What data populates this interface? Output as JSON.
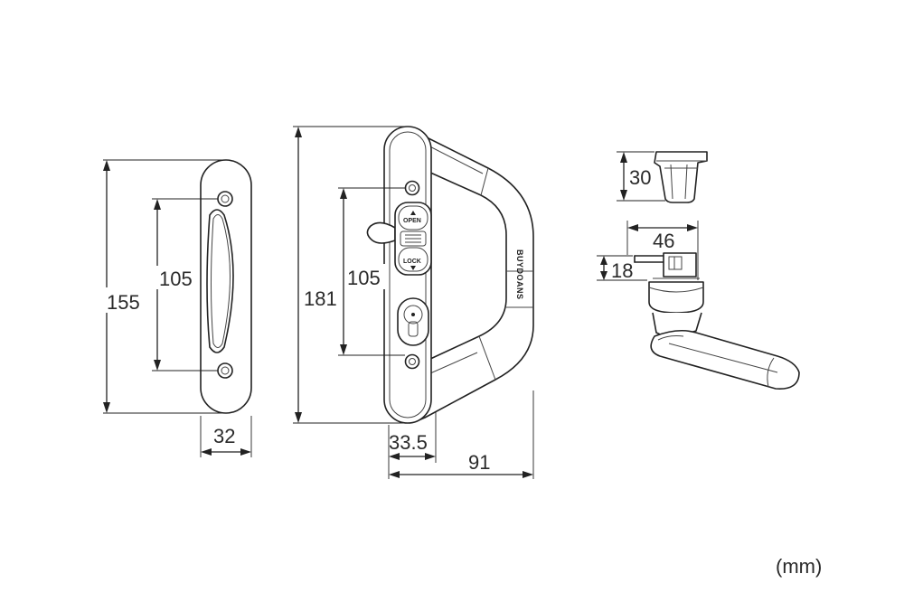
{
  "dimensions": {
    "back_plate_height": "155",
    "back_plate_hole_spacing": "105",
    "back_plate_width": "32",
    "handle_height": "181",
    "handle_hole_spacing": "105",
    "plate_depth": "33.5",
    "handle_projection": "91",
    "lever_base_height": "30",
    "lever_width": "46",
    "lever_spindle_height": "18"
  },
  "labels": {
    "open": "OPEN",
    "lock": "LOCK",
    "brand": "BUYDOANS"
  },
  "unit_label": "(mm)"
}
